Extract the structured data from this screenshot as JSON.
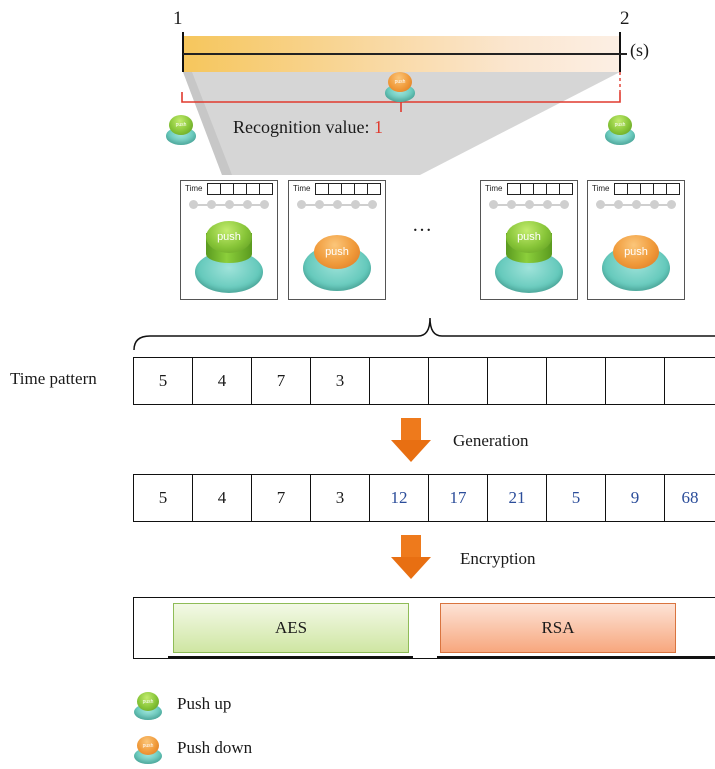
{
  "timeline": {
    "start_label": "1",
    "end_label": "2",
    "unit_label": "(s)",
    "recognition_label": "Recognition value:",
    "recognition_value": "1",
    "colors": {
      "highlight": "#e03a2e",
      "bar_start": "#f6c65c",
      "bar_end": "#fcefe4"
    }
  },
  "cards": [
    {
      "time_label": "Time",
      "button": "push",
      "state": "up"
    },
    {
      "time_label": "Time",
      "button": "push",
      "state": "down"
    },
    {
      "time_label": "Time",
      "button": "push",
      "state": "up"
    },
    {
      "time_label": "Time",
      "button": "push",
      "state": "down"
    }
  ],
  "cards_ellipsis": "…",
  "time_pattern": {
    "label": "Time pattern",
    "cells": [
      "5",
      "4",
      "7",
      "3",
      "",
      "",
      "",
      "",
      "",
      ""
    ]
  },
  "generation": {
    "label": "Generation",
    "cells": [
      "5",
      "4",
      "7",
      "3",
      "12",
      "17",
      "21",
      "5",
      "9",
      "68"
    ],
    "generated_color": "#2b4d9a"
  },
  "encryption": {
    "label": "Encryption",
    "algorithms": [
      "AES",
      "RSA"
    ]
  },
  "legend": [
    {
      "label": "Push up",
      "icon": "push-up-button-icon"
    },
    {
      "label": "Push down",
      "icon": "push-down-button-icon"
    }
  ],
  "small_button_caption": "push"
}
